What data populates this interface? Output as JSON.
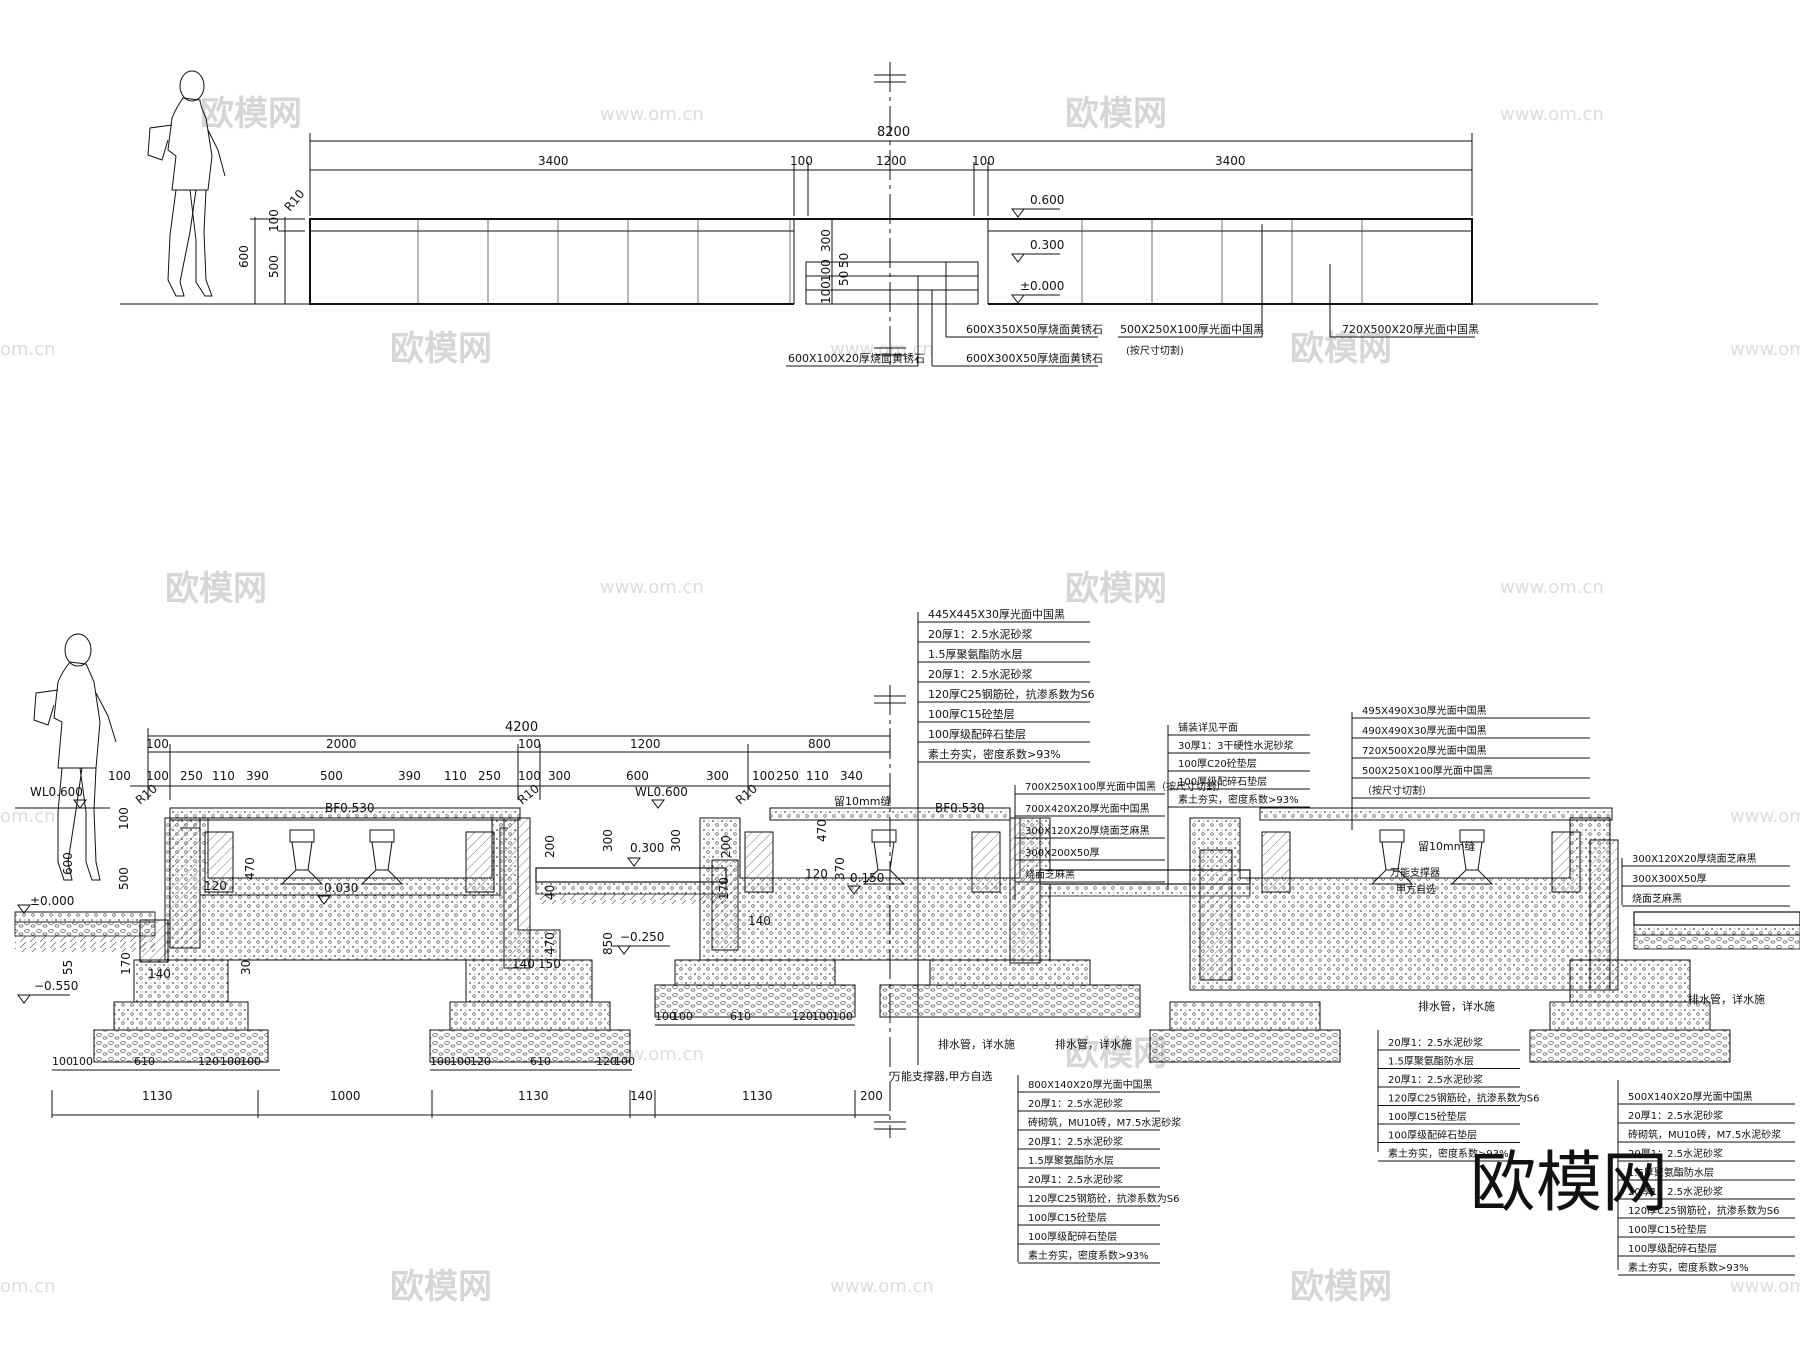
{
  "colors": {
    "line": "#111111",
    "hatch": "#555555",
    "watermark": "#d6d6d6",
    "background": "#ffffff"
  },
  "watermarks": {
    "brand": "欧模网",
    "url": "www.om.cn",
    "url_partial": "om.cn",
    "url_partial_2": "www.om.c",
    "logo": "欧模网"
  },
  "elevation": {
    "dims_top": {
      "total": "8200",
      "left": "3400",
      "gap_l": "100",
      "center": "1200",
      "gap_r": "100",
      "right": "3400"
    },
    "dims_side": {
      "h600": "600",
      "h500": "500",
      "h100": "100",
      "radius": "R10"
    },
    "dims_center": {
      "d300": "300",
      "d50a": "50",
      "d50b": "50",
      "d100a": "100",
      "d100b": "100"
    },
    "levels": {
      "l1": "0.600",
      "l2": "0.300",
      "l3": "±0.000"
    },
    "labels": {
      "a": "600X350X50厚烧面黄锈石",
      "b": "500X250X100厚光面中国黑",
      "b_note": "(按尺寸切割)",
      "c": "720X500X20厚光面中国黑",
      "d": "600X100X20厚烧面黄锈石",
      "e": "600X300X50厚烧面黄锈石"
    }
  },
  "section": {
    "dims_top": {
      "total": "4200",
      "d100a": "100",
      "d2000": "2000",
      "d100b": "100",
      "d1200": "1200",
      "d800": "800"
    },
    "dims_row2": [
      "100",
      "100",
      "250",
      "110",
      "390",
      "500",
      "390",
      "110",
      "250",
      "100",
      "300",
      "600",
      "300",
      "100",
      "250",
      "110",
      "340"
    ],
    "dims_bottom": {
      "b1130a": "1130",
      "b1000": "1000",
      "b1130b": "1130",
      "b140": "140",
      "b1130c": "1130",
      "b200": "200"
    },
    "dims_foot_l": [
      "100",
      "100",
      "610",
      "120",
      "100",
      "100"
    ],
    "dims_foot_m": [
      "100",
      "100",
      "120",
      "610",
      "120",
      "100"
    ],
    "dims_foot_r": [
      "100",
      "100",
      "610",
      "120",
      "100",
      "100"
    ],
    "dims_vert": {
      "v100": "100",
      "v500": "500",
      "v600": "600",
      "v470a": "470",
      "v470b": "470",
      "v120": "120",
      "v170": "170",
      "v140a": "140",
      "v55": "55",
      "v200a": "200",
      "v300a": "300",
      "v300b": "300",
      "v200b": "200",
      "v850": "850",
      "v140b": "140",
      "v150": "150",
      "v370": "370",
      "v120b": "120",
      "v470c": "470",
      "v140c": "140",
      "v170b": "170",
      "v30": "30",
      "v40": "40"
    },
    "levels": {
      "wl1": "WL0.600",
      "bf1": "BF0.530",
      "wl2": "WL0.600",
      "bf2": "BF0.530",
      "l0300": "0.300",
      "l0030": "0.030",
      "l0150": "0.150",
      "l0000": "±0.000",
      "lm0550": "−0.550",
      "lm0250": "−0.250",
      "r1": "R10",
      "r2": "R10",
      "r3": "R10"
    },
    "notes": {
      "gap": "留10mm缝",
      "gap2": "留10mm缝",
      "pedestal": "万能支撑器",
      "pedestal2": "甲方自选",
      "drain1": "排水管，详水施",
      "drain2": "排水管，详水施",
      "drain3": "排水管，详水施",
      "pedestal_bottom": "万能支撑器,甲方自选"
    },
    "leader_top": [
      "445X445X30厚光面中国黑",
      "20厚1：2.5水泥砂浆",
      "1.5厚聚氨酯防水层",
      "20厚1：2.5水泥砂浆",
      "120厚C25钢筋砼，抗渗系数为S6",
      "100厚C15砼垫层",
      "100厚级配碎石垫层",
      "素土夯实，密度系数>93%"
    ],
    "leader_mid": [
      "铺装详见平面",
      "30厚1：3干硬性水泥砂浆",
      "100厚C20砼垫层",
      "100厚级配碎石垫层",
      "素土夯实，密度系数>93%"
    ],
    "leader_c": [
      "700X250X100厚光面中国黑（按尺寸切割）",
      "700X420X20厚光面中国黑",
      "300X120X20厚烧面芝麻黑",
      "300X200X50厚",
      "烧面芝麻黑"
    ],
    "leader_right_top": [
      "495X490X30厚光面中国黑",
      "490X490X30厚光面中国黑",
      "720X500X20厚光面中国黑",
      "500X250X100厚光面中国黑",
      "（按尺寸切割）"
    ],
    "leader_right_side": [
      "300X120X20厚烧面芝麻黑",
      "300X300X50厚",
      "烧面芝麻黑"
    ],
    "leader_bottom_c": [
      "800X140X20厚光面中国黑",
      "20厚1：2.5水泥砂浆",
      "砖砌筑，MU10砖，M7.5水泥砂浆",
      "20厚1：2.5水泥砂浆",
      "1.5厚聚氨酯防水层",
      "20厚1：2.5水泥砂浆",
      "120厚C25钢筋砼，抗渗系数为S6",
      "100厚C15砼垫层",
      "100厚级配碎石垫层",
      "素土夯实，密度系数>93%"
    ],
    "leader_bottom_r": [
      "20厚1：2.5水泥砂浆",
      "1.5厚聚氨酯防水层",
      "20厚1：2.5水泥砂浆",
      "120厚C25钢筋砼，抗渗系数为S6",
      "100厚C15砼垫层",
      "100厚级配碎石垫层",
      "素土夯实，密度系数>93%"
    ],
    "leader_bottom_rr": [
      "500X140X20厚光面中国黑",
      "20厚1：2.5水泥砂浆",
      "砖砌筑，MU10砖，M7.5水泥砂浆",
      "20厚1：2.5水泥砂浆",
      "1.5厚聚氨酯防水层",
      "20厚1：2.5水泥砂浆",
      "120厚C25钢筋砼，抗渗系数为S6",
      "100厚C15砼垫层",
      "100厚级配碎石垫层",
      "素土夯实，密度系数>93%"
    ]
  }
}
